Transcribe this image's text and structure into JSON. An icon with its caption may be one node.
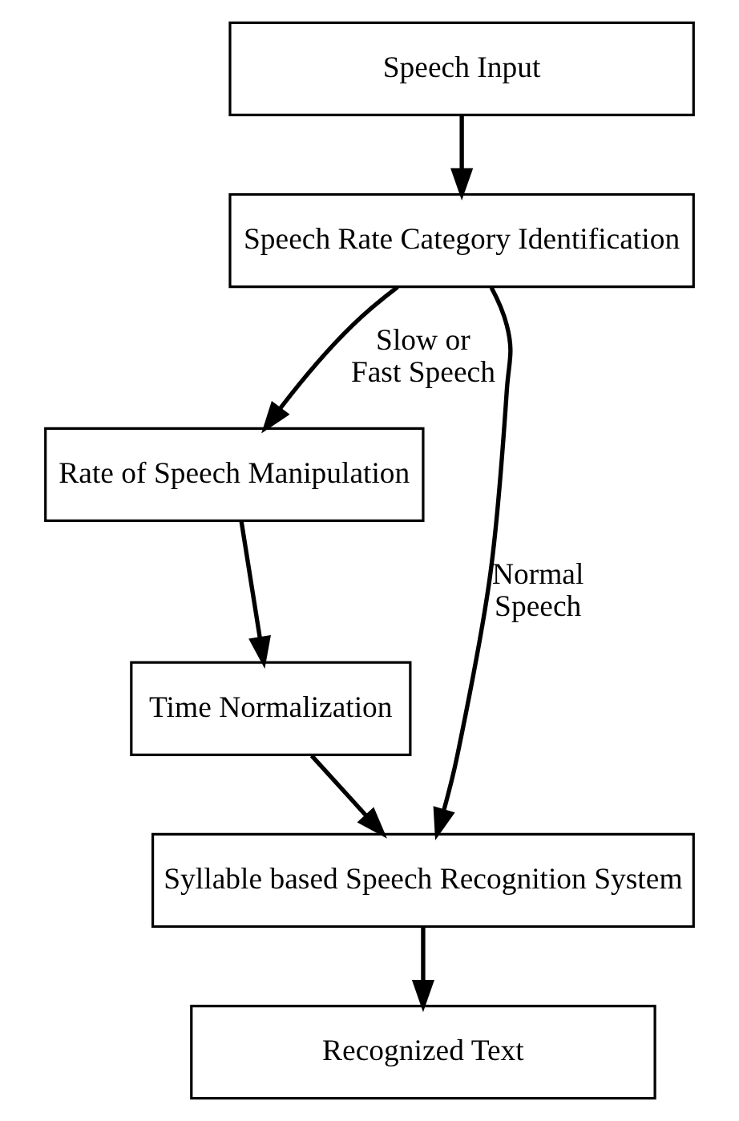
{
  "diagram": {
    "nodes": [
      {
        "text": [
          "Speech Input"
        ]
      },
      {
        "text": [
          "Speech Rate Category Identification"
        ]
      },
      {
        "text": [
          "Rate of Speech Manipulation"
        ]
      },
      {
        "text": [
          "Time Normalization"
        ]
      },
      {
        "text": [
          "Syllable based Speech Recognition System"
        ]
      },
      {
        "text": [
          "Recognized Text"
        ]
      }
    ],
    "edges": [
      {
        "from": 0,
        "to": 1,
        "arrow": "to"
      },
      {
        "from": 1,
        "to": 2,
        "arrow": "to",
        "label": "Slow or Fast Speech"
      },
      {
        "from": 2,
        "to": 3,
        "arrow": "to"
      },
      {
        "from": 3,
        "to": 4,
        "arrow": "to"
      },
      {
        "from": 1,
        "to": 4,
        "arrow": "to",
        "label": "Normal Speech"
      },
      {
        "from": 4,
        "to": 5,
        "arrow": "to"
      }
    ]
  }
}
